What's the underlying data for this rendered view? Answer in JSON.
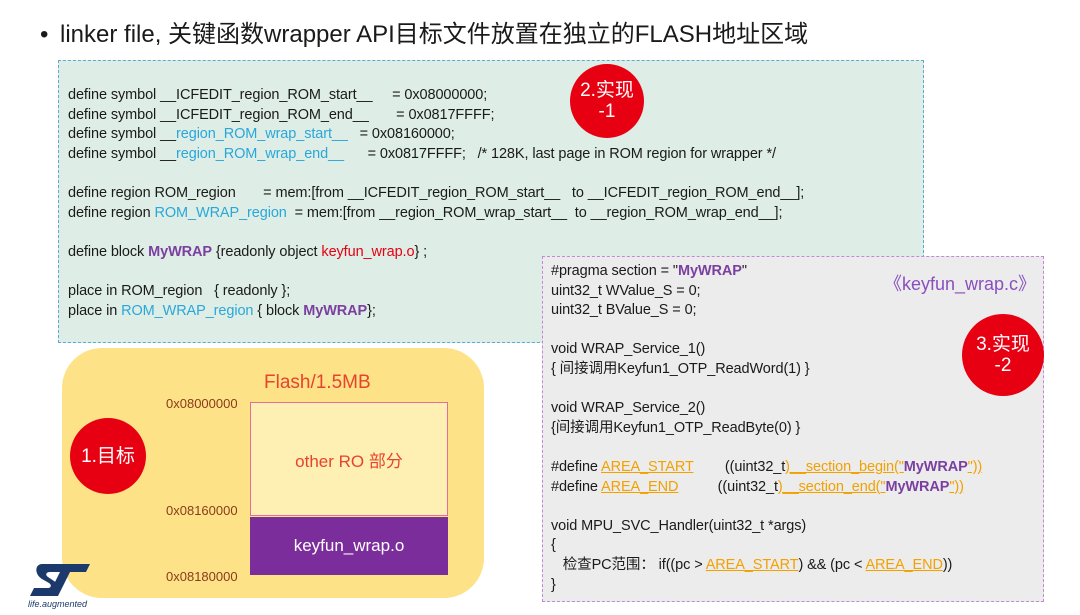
{
  "title": "linker file, 关键函数wrapper API目标文件放置在独立的FLASH地址区域",
  "linker": {
    "l1": "define symbol __ICFEDIT_region_ROM_start__     = 0x08000000;",
    "l2": "define symbol __ICFEDIT_region_ROM_end__       = 0x0817FFFF;",
    "l3_a": "define symbol __",
    "l3_b": "region_ROM_wrap_start__",
    "l3_c": "   = 0x08160000;",
    "l4_a": "define symbol __",
    "l4_b": "region_ROM_wrap_end__",
    "l4_c": "      = 0x0817FFFF;   /* 128K, last page in ROM region for wrapper */",
    "l5": "define region ROM_region       = mem:[from __ICFEDIT_region_ROM_start__   to __ICFEDIT_region_ROM_end__];",
    "l6_a": "define region ",
    "l6_b": "ROM_WRAP_region",
    "l6_c": "  = mem:[from __region_ROM_wrap_start__  to __region_ROM_wrap_end__];",
    "l7_a": "define block ",
    "l7_b": "MyWRAP",
    "l7_c": " {readonly object ",
    "l7_d": "keyfun_wrap.o",
    "l7_e": "} ;",
    "l8": "place in ROM_region   { readonly };",
    "l9_a": "place in ",
    "l9_b": "ROM_WRAP_region",
    "l9_c": " { block ",
    "l9_d": "MyWRAP",
    "l9_e": "};"
  },
  "badges": {
    "target_line1": "1.目标",
    "impl1_line1": "2.实现",
    "impl1_line2": "-1",
    "impl2_line1": "3.实现",
    "impl2_line2": "-2"
  },
  "flash": {
    "title": "Flash/1.5MB",
    "addr_start": "0x08000000",
    "addr_wrap": "0x08160000",
    "addr_end": "0x08180000",
    "other_ro": "other RO 部分",
    "keyfun_block": "keyfun_wrap.o"
  },
  "wrap_code": {
    "filename": "《keyfun_wrap.c》",
    "c1_a": "#pragma section = \"",
    "c1_b": "MyWRAP",
    "c1_c": "\"",
    "c2": "uint32_t WValue_S = 0;",
    "c3": "uint32_t BValue_S = 0;",
    "c4": "void WRAP_Service_1()",
    "c5": "{ 间接调用Keyfun1_OTP_ReadWord(1) }",
    "c6": "void WRAP_Service_2()",
    "c7": "{间接调用Keyfun1_OTP_ReadByte(0) }",
    "c8_a": "#define ",
    "c8_b": "AREA_START",
    "c8_c": "        ((uint32_t",
    "c8_d": ")__section_begin(\"",
    "c8_e": "MyWRAP",
    "c8_f": "\"))",
    "c9_a": "#define ",
    "c9_b": "AREA_END",
    "c9_c": "          ((uint32_t",
    "c9_d": ")__section_end(\"",
    "c9_e": "MyWRAP",
    "c9_f": "\"))",
    "c10": "void MPU_SVC_Handler(uint32_t *args)",
    "c11": "{",
    "c12_a": "   检查PC范围： if((pc > ",
    "c12_b": "AREA_START",
    "c12_c": ") && (pc < ",
    "c12_d": "AREA_END",
    "c12_e": "))",
    "c13": "}"
  },
  "logo": {
    "tagline": "life.augmented"
  },
  "colors": {
    "accent_red": "#e60012",
    "cyan": "#2aa7d9",
    "purple": "#7b2d9b",
    "orange": "#f2a100",
    "green_box": "#deeee6",
    "yellow_box": "#fde287"
  }
}
